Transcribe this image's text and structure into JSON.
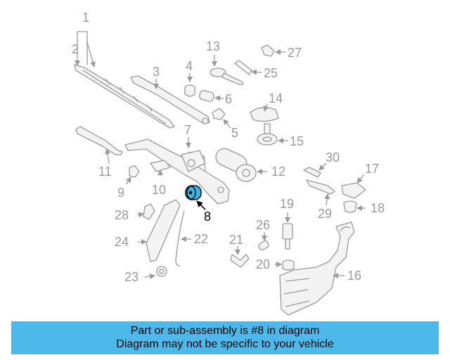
{
  "diagram": {
    "callouts": [
      {
        "id": "1",
        "label": "1",
        "highlight": false
      },
      {
        "id": "2",
        "label": "2",
        "highlight": false
      },
      {
        "id": "3",
        "label": "3",
        "highlight": false
      },
      {
        "id": "4",
        "label": "4",
        "highlight": false
      },
      {
        "id": "5",
        "label": "5",
        "highlight": false
      },
      {
        "id": "6",
        "label": "6",
        "highlight": false
      },
      {
        "id": "7",
        "label": "7",
        "highlight": false
      },
      {
        "id": "8",
        "label": "8",
        "highlight": true
      },
      {
        "id": "9",
        "label": "9",
        "highlight": false
      },
      {
        "id": "10",
        "label": "10",
        "highlight": false
      },
      {
        "id": "11",
        "label": "11",
        "highlight": false
      },
      {
        "id": "12",
        "label": "12",
        "highlight": false
      },
      {
        "id": "13",
        "label": "13",
        "highlight": false
      },
      {
        "id": "14",
        "label": "14",
        "highlight": false
      },
      {
        "id": "15",
        "label": "15",
        "highlight": false
      },
      {
        "id": "16",
        "label": "16",
        "highlight": false
      },
      {
        "id": "17",
        "label": "17",
        "highlight": false
      },
      {
        "id": "18",
        "label": "18",
        "highlight": false
      },
      {
        "id": "19",
        "label": "19",
        "highlight": false
      },
      {
        "id": "20",
        "label": "20",
        "highlight": false
      },
      {
        "id": "21",
        "label": "21",
        "highlight": false
      },
      {
        "id": "22",
        "label": "22",
        "highlight": false
      },
      {
        "id": "23",
        "label": "23",
        "highlight": false
      },
      {
        "id": "24",
        "label": "24",
        "highlight": false
      },
      {
        "id": "25",
        "label": "25",
        "highlight": false
      },
      {
        "id": "26",
        "label": "26",
        "highlight": false
      },
      {
        "id": "27",
        "label": "27",
        "highlight": false
      },
      {
        "id": "28",
        "label": "28",
        "highlight": false
      },
      {
        "id": "29",
        "label": "29",
        "highlight": false
      },
      {
        "id": "30",
        "label": "30",
        "highlight": false
      }
    ],
    "highlight_color": "#38b5ea",
    "line_color": "#9a9a9a"
  },
  "banner": {
    "line1": "Part or sub-assembly is #8 in diagram",
    "line2": "Diagram may not be specific to your vehicle",
    "background": "#4db8ea"
  }
}
